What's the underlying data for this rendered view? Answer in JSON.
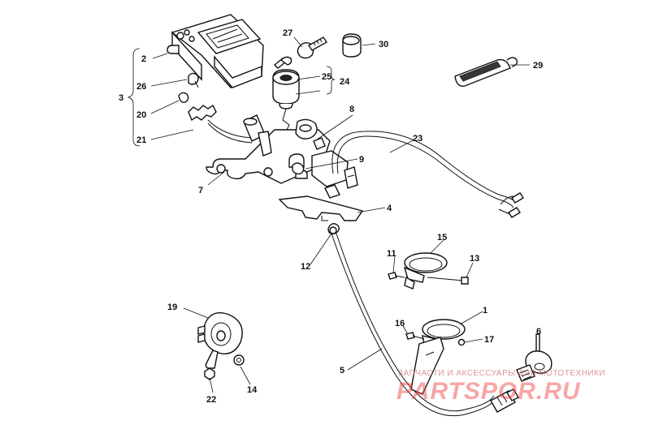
{
  "callouts": {
    "c1": "1",
    "c2": "2",
    "c3": "3",
    "c4": "4",
    "c5": "5",
    "c6": "6",
    "c7": "7",
    "c8": "8",
    "c9": "9",
    "c11": "11",
    "c12": "12",
    "c13": "13",
    "c14": "14",
    "c15": "15",
    "c16": "16",
    "c17": "17",
    "c19": "19",
    "c20": "20",
    "c21": "21",
    "c22": "22",
    "c23": "23",
    "c24": "24",
    "c25": "25",
    "c26": "26",
    "c27": "27",
    "c29": "29",
    "c30": "30"
  },
  "watermark": {
    "tagline": "ЗАПЧАСТИ И АКСЕССУАРЫ ДЛЯ МОТОТЕХНИКИ",
    "brand": "PARTSPOR.RU"
  }
}
